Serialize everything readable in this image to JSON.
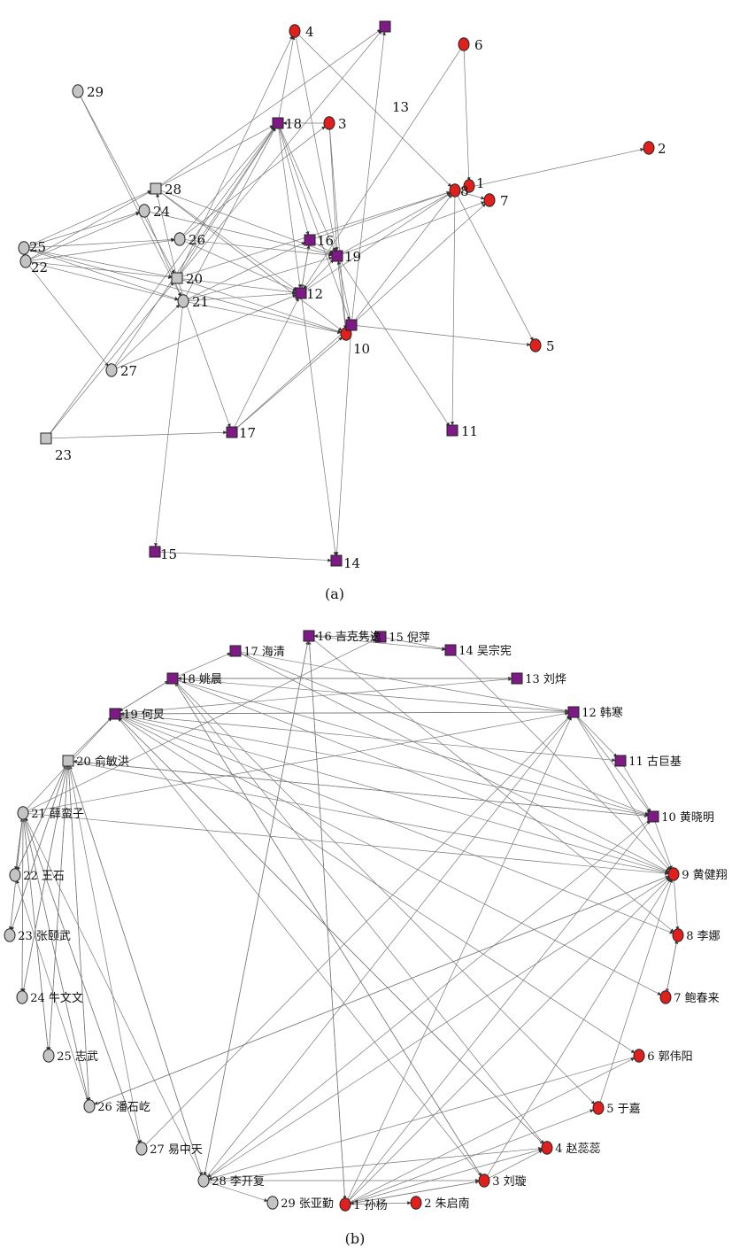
{
  "colors": {
    "red": "#e0201c",
    "purple": "#7d1a86",
    "gray": "#c4c4c4",
    "edge": "#777777"
  },
  "panel_a": {
    "caption": "(a)",
    "nodes": [
      {
        "id": "1",
        "label": "1",
        "shape": "circle",
        "color": "red"
      },
      {
        "id": "2",
        "label": "2",
        "shape": "circle",
        "color": "red"
      },
      {
        "id": "3",
        "label": "3",
        "shape": "circle",
        "color": "red"
      },
      {
        "id": "4",
        "label": "4",
        "shape": "circle",
        "color": "red"
      },
      {
        "id": "5",
        "label": "5",
        "shape": "circle",
        "color": "red"
      },
      {
        "id": "6",
        "label": "6",
        "shape": "circle",
        "color": "red"
      },
      {
        "id": "7",
        "label": "7",
        "shape": "circle",
        "color": "red"
      },
      {
        "id": "8",
        "label": "8",
        "shape": "circle",
        "color": "red"
      },
      {
        "id": "9",
        "label": "",
        "shape": "square",
        "color": "purple"
      },
      {
        "id": "10",
        "label": "10",
        "shape": "circle",
        "color": "red"
      },
      {
        "id": "10b",
        "label": "",
        "shape": "square",
        "color": "purple"
      },
      {
        "id": "11",
        "label": "11",
        "shape": "square",
        "color": "purple"
      },
      {
        "id": "12",
        "label": "12",
        "shape": "square",
        "color": "purple"
      },
      {
        "id": "13",
        "label": "13",
        "shape": "none",
        "color": "purple"
      },
      {
        "id": "14",
        "label": "14",
        "shape": "square",
        "color": "purple"
      },
      {
        "id": "15",
        "label": "15",
        "shape": "square",
        "color": "purple"
      },
      {
        "id": "16",
        "label": "16",
        "shape": "square",
        "color": "purple"
      },
      {
        "id": "17",
        "label": "17",
        "shape": "square",
        "color": "purple"
      },
      {
        "id": "18",
        "label": "18",
        "shape": "square",
        "color": "purple"
      },
      {
        "id": "19",
        "label": "19",
        "shape": "square",
        "color": "purple"
      },
      {
        "id": "20",
        "label": "20",
        "shape": "square",
        "color": "gray"
      },
      {
        "id": "21",
        "label": "21",
        "shape": "circle",
        "color": "gray"
      },
      {
        "id": "22",
        "label": "22",
        "shape": "circle",
        "color": "gray"
      },
      {
        "id": "23",
        "label": "23",
        "shape": "square",
        "color": "gray"
      },
      {
        "id": "24",
        "label": "24",
        "shape": "circle",
        "color": "gray"
      },
      {
        "id": "25",
        "label": "25",
        "shape": "circle",
        "color": "gray"
      },
      {
        "id": "26",
        "label": "26",
        "shape": "circle",
        "color": "gray"
      },
      {
        "id": "27",
        "label": "27",
        "shape": "circle",
        "color": "gray"
      },
      {
        "id": "28",
        "label": "28",
        "shape": "square",
        "color": "gray"
      },
      {
        "id": "29",
        "label": "29",
        "shape": "circle",
        "color": "gray"
      }
    ],
    "edges": [
      [
        "29",
        "20"
      ],
      [
        "29",
        "21"
      ],
      [
        "28",
        "18"
      ],
      [
        "28",
        "9"
      ],
      [
        "28",
        "19"
      ],
      [
        "28",
        "10"
      ],
      [
        "28",
        "12"
      ],
      [
        "25",
        "28"
      ],
      [
        "25",
        "24"
      ],
      [
        "25",
        "26"
      ],
      [
        "25",
        "20"
      ],
      [
        "25",
        "21"
      ],
      [
        "25",
        "10"
      ],
      [
        "22",
        "28"
      ],
      [
        "22",
        "24"
      ],
      [
        "22",
        "26"
      ],
      [
        "22",
        "20"
      ],
      [
        "22",
        "21"
      ],
      [
        "22",
        "27"
      ],
      [
        "24",
        "19"
      ],
      [
        "24",
        "21"
      ],
      [
        "26",
        "18"
      ],
      [
        "26",
        "19"
      ],
      [
        "26",
        "12"
      ],
      [
        "26",
        "3"
      ],
      [
        "20",
        "4"
      ],
      [
        "20",
        "18"
      ],
      [
        "20",
        "12"
      ],
      [
        "20",
        "10"
      ],
      [
        "20",
        "8"
      ],
      [
        "20",
        "9"
      ],
      [
        "20",
        "28"
      ],
      [
        "20",
        "17"
      ],
      [
        "21",
        "18"
      ],
      [
        "21",
        "12"
      ],
      [
        "21",
        "16"
      ],
      [
        "21",
        "15"
      ],
      [
        "21",
        "10"
      ],
      [
        "21",
        "19"
      ],
      [
        "27",
        "18"
      ],
      [
        "27",
        "12"
      ],
      [
        "27",
        "21"
      ],
      [
        "23",
        "17"
      ],
      [
        "23",
        "20"
      ],
      [
        "23",
        "18"
      ],
      [
        "17",
        "10"
      ],
      [
        "17",
        "12"
      ],
      [
        "17",
        "10b"
      ],
      [
        "18",
        "4"
      ],
      [
        "18",
        "12"
      ],
      [
        "18",
        "19"
      ],
      [
        "18",
        "16"
      ],
      [
        "18",
        "10b"
      ],
      [
        "3",
        "18"
      ],
      [
        "3",
        "19"
      ],
      [
        "3",
        "10"
      ],
      [
        "16",
        "19"
      ],
      [
        "16",
        "8"
      ],
      [
        "16",
        "12"
      ],
      [
        "19",
        "8"
      ],
      [
        "19",
        "7"
      ],
      [
        "19",
        "10"
      ],
      [
        "19",
        "11"
      ],
      [
        "12",
        "19"
      ],
      [
        "12",
        "8"
      ],
      [
        "12",
        "16"
      ],
      [
        "10b",
        "5"
      ],
      [
        "10b",
        "8"
      ],
      [
        "10b",
        "7"
      ],
      [
        "10b",
        "14"
      ],
      [
        "10b",
        "9"
      ],
      [
        "10b",
        "19"
      ],
      [
        "8",
        "2"
      ],
      [
        "8",
        "7"
      ],
      [
        "8",
        "11"
      ],
      [
        "8",
        "5"
      ],
      [
        "6",
        "1"
      ],
      [
        "6",
        "12"
      ],
      [
        "4",
        "8"
      ],
      [
        "4",
        "19"
      ],
      [
        "15",
        "14"
      ],
      [
        "12",
        "14"
      ]
    ]
  },
  "panel_b": {
    "caption": "(b)",
    "nodes": [
      {
        "id": "1",
        "label": "1 孙杨",
        "shape": "circle",
        "color": "red"
      },
      {
        "id": "2",
        "label": "2 朱启南",
        "shape": "circle",
        "color": "red"
      },
      {
        "id": "3",
        "label": "3 刘璇",
        "shape": "circle",
        "color": "red"
      },
      {
        "id": "4",
        "label": "4 赵蕊蕊",
        "shape": "circle",
        "color": "red"
      },
      {
        "id": "5",
        "label": "5 于嘉",
        "shape": "circle",
        "color": "red"
      },
      {
        "id": "6",
        "label": "6 郭伟阳",
        "shape": "circle",
        "color": "red"
      },
      {
        "id": "7",
        "label": "7 鲍春来",
        "shape": "circle",
        "color": "red"
      },
      {
        "id": "8",
        "label": "8 李娜",
        "shape": "circle",
        "color": "red"
      },
      {
        "id": "9",
        "label": "9 黄健翔",
        "shape": "circle",
        "color": "red"
      },
      {
        "id": "10",
        "label": "10 黄晓明",
        "shape": "square",
        "color": "purple"
      },
      {
        "id": "11",
        "label": "11 古巨基",
        "shape": "square",
        "color": "purple"
      },
      {
        "id": "12",
        "label": "12 韩寒",
        "shape": "square",
        "color": "purple"
      },
      {
        "id": "13",
        "label": "13 刘烨",
        "shape": "square",
        "color": "purple"
      },
      {
        "id": "14",
        "label": "14 吴宗宪",
        "shape": "square",
        "color": "purple"
      },
      {
        "id": "15",
        "label": "15 倪萍",
        "shape": "square",
        "color": "purple"
      },
      {
        "id": "16",
        "label": "16 吉克隽逸",
        "shape": "square",
        "color": "purple"
      },
      {
        "id": "17",
        "label": "17 海清",
        "shape": "square",
        "color": "purple"
      },
      {
        "id": "18",
        "label": "18 姚晨",
        "shape": "square",
        "color": "purple"
      },
      {
        "id": "19",
        "label": "19 何炅",
        "shape": "square",
        "color": "purple"
      },
      {
        "id": "20",
        "label": "20 俞敏洪",
        "shape": "square",
        "color": "gray"
      },
      {
        "id": "21",
        "label": "21 薛蛮子",
        "shape": "circle",
        "color": "gray"
      },
      {
        "id": "22",
        "label": "22 王石",
        "shape": "circle",
        "color": "gray"
      },
      {
        "id": "23",
        "label": "23 张颐武",
        "shape": "circle",
        "color": "gray"
      },
      {
        "id": "24",
        "label": "24 牛文文",
        "shape": "circle",
        "color": "gray"
      },
      {
        "id": "25",
        "label": "25 志武",
        "shape": "circle",
        "color": "gray"
      },
      {
        "id": "26",
        "label": "26 潘石屹",
        "shape": "circle",
        "color": "gray"
      },
      {
        "id": "27",
        "label": "27 易中天",
        "shape": "circle",
        "color": "gray"
      },
      {
        "id": "28",
        "label": "28 李开复",
        "shape": "circle",
        "color": "gray"
      },
      {
        "id": "29",
        "label": "29 张亚勤",
        "shape": "circle",
        "color": "gray"
      }
    ],
    "edges": [
      [
        "1",
        "2"
      ],
      [
        "1",
        "3"
      ],
      [
        "1",
        "4"
      ],
      [
        "1",
        "5"
      ],
      [
        "1",
        "6"
      ],
      [
        "1",
        "9"
      ],
      [
        "1",
        "10"
      ],
      [
        "1",
        "12"
      ],
      [
        "1",
        "16"
      ],
      [
        "3",
        "1"
      ],
      [
        "3",
        "4"
      ],
      [
        "3",
        "19"
      ],
      [
        "3",
        "9"
      ],
      [
        "3",
        "18"
      ],
      [
        "28",
        "29"
      ],
      [
        "28",
        "3"
      ],
      [
        "28",
        "4"
      ],
      [
        "28",
        "16"
      ],
      [
        "28",
        "9"
      ],
      [
        "28",
        "12"
      ],
      [
        "28",
        "20"
      ],
      [
        "28",
        "21"
      ],
      [
        "27",
        "12"
      ],
      [
        "27",
        "21"
      ],
      [
        "26",
        "9"
      ],
      [
        "26",
        "20"
      ],
      [
        "26",
        "21"
      ],
      [
        "26",
        "22"
      ],
      [
        "25",
        "21"
      ],
      [
        "25",
        "20"
      ],
      [
        "24",
        "21"
      ],
      [
        "24",
        "20"
      ],
      [
        "23",
        "21"
      ],
      [
        "23",
        "20"
      ],
      [
        "22",
        "20"
      ],
      [
        "22",
        "21"
      ],
      [
        "21",
        "9"
      ],
      [
        "21",
        "12"
      ],
      [
        "21",
        "15"
      ],
      [
        "21",
        "19"
      ],
      [
        "21",
        "26"
      ],
      [
        "21",
        "27"
      ],
      [
        "21",
        "22"
      ],
      [
        "21",
        "23"
      ],
      [
        "21",
        "24"
      ],
      [
        "21",
        "25"
      ],
      [
        "20",
        "9"
      ],
      [
        "20",
        "10"
      ],
      [
        "20",
        "19"
      ],
      [
        "20",
        "25"
      ],
      [
        "20",
        "26"
      ],
      [
        "20",
        "27"
      ],
      [
        "20",
        "28"
      ],
      [
        "20",
        "24"
      ],
      [
        "20",
        "23"
      ],
      [
        "20",
        "22"
      ],
      [
        "19",
        "9"
      ],
      [
        "19",
        "10"
      ],
      [
        "19",
        "11"
      ],
      [
        "19",
        "12"
      ],
      [
        "19",
        "8"
      ],
      [
        "19",
        "7"
      ],
      [
        "19",
        "6"
      ],
      [
        "19",
        "4"
      ],
      [
        "19",
        "18"
      ],
      [
        "19",
        "13"
      ],
      [
        "18",
        "9"
      ],
      [
        "18",
        "10"
      ],
      [
        "18",
        "12"
      ],
      [
        "18",
        "13"
      ],
      [
        "18",
        "4"
      ],
      [
        "18",
        "3"
      ],
      [
        "18",
        "5"
      ],
      [
        "18",
        "19"
      ],
      [
        "18",
        "17"
      ],
      [
        "17",
        "10"
      ],
      [
        "17",
        "12"
      ],
      [
        "17",
        "9"
      ],
      [
        "16",
        "15"
      ],
      [
        "16",
        "14"
      ],
      [
        "16",
        "1"
      ],
      [
        "16",
        "28"
      ],
      [
        "16",
        "8"
      ],
      [
        "15",
        "16"
      ],
      [
        "15",
        "14"
      ],
      [
        "14",
        "9"
      ],
      [
        "13",
        "18"
      ],
      [
        "12",
        "19"
      ],
      [
        "12",
        "10"
      ],
      [
        "12",
        "9"
      ],
      [
        "12",
        "11"
      ],
      [
        "11",
        "10"
      ],
      [
        "10",
        "9"
      ],
      [
        "9",
        "8"
      ],
      [
        "8",
        "7"
      ],
      [
        "7",
        "8"
      ],
      [
        "6",
        "28"
      ],
      [
        "5",
        "9"
      ],
      [
        "4",
        "19"
      ],
      [
        "10",
        "28"
      ],
      [
        "9",
        "26"
      ],
      [
        "10",
        "20"
      ]
    ]
  }
}
